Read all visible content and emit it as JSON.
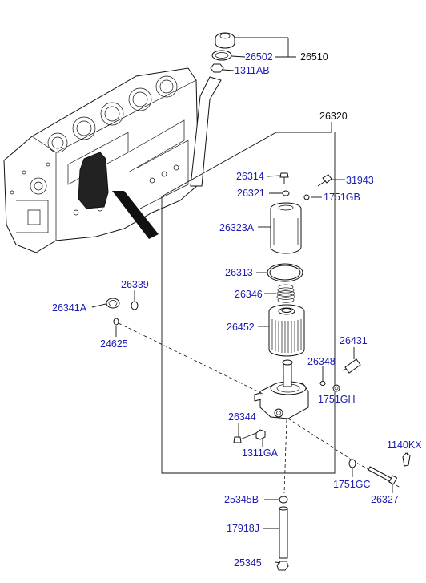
{
  "diagram": {
    "assembly_label": "26320",
    "labels": {
      "p26502": "26502",
      "p26510": "26510",
      "p1311AB": "1311AB",
      "p26320": "26320",
      "p26314": "26314",
      "p31943": "31943",
      "p26321": "26321",
      "p1751GB": "1751GB",
      "p26323A": "26323A",
      "p26313": "26313",
      "p26346": "26346",
      "p26339": "26339",
      "p26341A": "26341A",
      "p26452": "26452",
      "p24625": "24625",
      "p26431": "26431",
      "p26348": "26348",
      "p1751GH": "1751GH",
      "p26344": "26344",
      "p1311GA": "1311GA",
      "p1140KX": "1140KX",
      "p1751GC": "1751GC",
      "p26327": "26327",
      "p25345B": "25345B",
      "p17918J": "17918J",
      "p25345": "25345"
    },
    "colors": {
      "callout_blue": "#1c1cb4",
      "line_black": "#111111"
    }
  }
}
